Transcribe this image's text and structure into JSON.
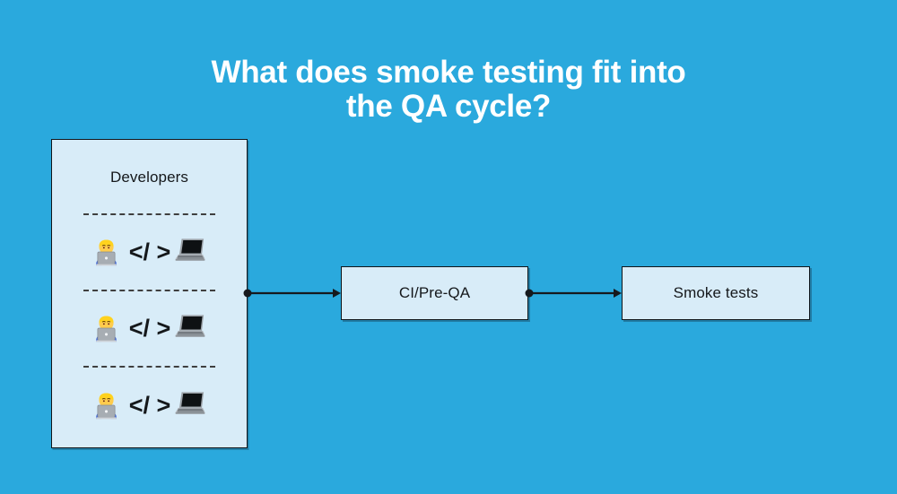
{
  "header": {
    "title_line1": "What does smoke testing fit into",
    "title_line2": "the QA cycle?"
  },
  "diagram": {
    "developers_box": {
      "label": "Developers",
      "rows": [
        {
          "left_icon": "technologist-emoji",
          "code_label": "</ >",
          "right_icon": "laptop-emoji"
        },
        {
          "left_icon": "technologist-emoji",
          "code_label": "</ >",
          "right_icon": "laptop-emoji"
        },
        {
          "left_icon": "technologist-emoji",
          "code_label": "</ >",
          "right_icon": "laptop-emoji"
        }
      ]
    },
    "ci_box": {
      "label": "CI/Pre-QA"
    },
    "smoke_box": {
      "label": "Smoke tests"
    },
    "flow": [
      "Developers",
      "CI/Pre-QA",
      "Smoke tests"
    ]
  },
  "colors": {
    "background": "#2AA9DD",
    "box_fill": "#D8ECF8",
    "box_border": "#10151A",
    "connector": "#16191D",
    "dash_divider": "#3F3F3F",
    "title_text": "#FFFFFF"
  }
}
